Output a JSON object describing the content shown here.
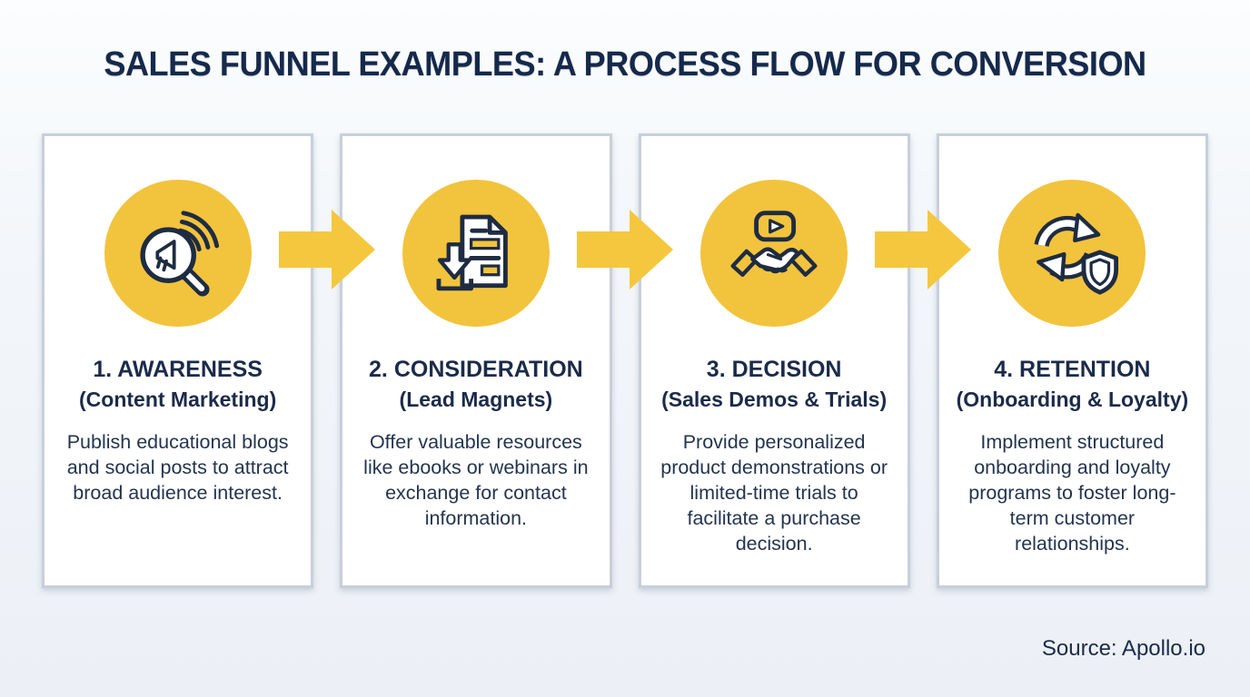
{
  "title": "SALES FUNNEL EXAMPLES: A PROCESS FLOW FOR CONVERSION",
  "source_credit": "Source: Apollo.io",
  "colors": {
    "accent_yellow": "#F2C33C",
    "navy_text": "#1B2B4A",
    "card_border": "#C8CFDA",
    "background": "#EEF2F7"
  },
  "stages": [
    {
      "number_title": "1. AWARENESS",
      "subtitle": "(Content Marketing)",
      "description": "Publish educational blogs and social posts to attract broad audience interest.",
      "icon": "megaphone-search-icon"
    },
    {
      "number_title": "2. CONSIDERATION",
      "subtitle": "(Lead Magnets)",
      "description": "Offer valuable resources like ebooks or webinars in exchange for contact information.",
      "icon": "document-download-icon"
    },
    {
      "number_title": "3. DECISION",
      "subtitle": "(Sales Demos & Trials)",
      "description": "Provide personalized product demonstrations or limited-time trials to facilitate a purchase decision.",
      "icon": "video-handshake-icon"
    },
    {
      "number_title": "4. RETENTION",
      "subtitle": "(Onboarding & Loyalty)",
      "description": "Implement structured onboarding and loyalty programs to foster long-term customer relationships.",
      "icon": "cycle-shield-icon"
    }
  ]
}
